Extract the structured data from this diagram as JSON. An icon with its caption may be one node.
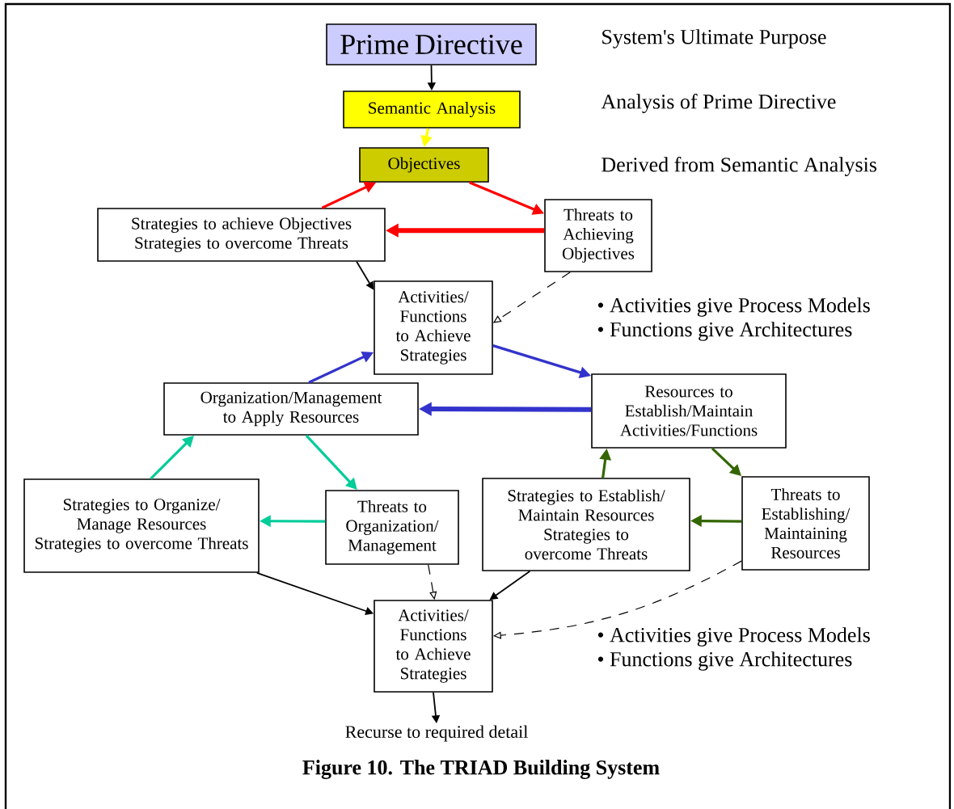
{
  "diagram": {
    "caption": "Figure 10. The TRIAD Building System",
    "nodes": [
      {
        "text": [
          "Prime Directive"
        ],
        "beside": [
          "System's Ultimate Purpose"
        ]
      },
      {
        "text": [
          "Semantic Analysis"
        ],
        "beside": [
          "Analysis of Prime Directive"
        ]
      },
      {
        "text": [
          "Objectives"
        ]
      },
      {
        "text": [
          "Strategies to achieve Objectives",
          "Strategies to overcome Threats"
        ]
      },
      {
        "text": [
          "Threats to Achieving Objectives"
        ]
      },
      {
        "text": [
          "Activities/ Functions to Achieve Strategies"
        ]
      },
      {
        "text": [
          "Organization/Management to Apply Resources"
        ]
      },
      {
        "text": [
          "Resources to Establish/Maintain Activities/Functions"
        ]
      },
      {
        "text": [
          "Strategies to Organize/ Manage Resources",
          "Strategies to overcome Threats"
        ]
      },
      {
        "text": [
          "Threats to Organization/ Management"
        ]
      },
      {
        "text": [
          "Strategies to Establish/ Maintain Resources",
          "Strategies to overcome Threats"
        ]
      },
      {
        "text": [
          "Threats to Establishing/ Maintaining Resources"
        ]
      },
      {
        "text": [
          "Activities/ Functions to Achieve Strategies"
        ]
      },
      {
        "text": [
          "Recurse to required detail"
        ]
      }
    ],
    "edges": [
      {
        "from": 0,
        "to": 1,
        "arrow": "to"
      },
      {
        "from": 1,
        "to": 2,
        "arrow": "to",
        "color": "#ffff00"
      },
      {
        "from": 3,
        "to": 2,
        "arrow": "to",
        "color": "#ff0000"
      },
      {
        "from": 2,
        "to": 4,
        "arrow": "to",
        "color": "#ff0000"
      },
      {
        "from": 4,
        "to": 3,
        "arrow": "to",
        "style": "thick",
        "color": "#ff0000"
      },
      {
        "from": 3,
        "to": 5,
        "arrow": "to"
      },
      {
        "from": 4,
        "to": 5,
        "arrow": "to",
        "style": "dashed"
      },
      {
        "from": 6,
        "to": 5,
        "arrow": "to",
        "color": "#3333cc"
      },
      {
        "from": 5,
        "to": 7,
        "arrow": "to",
        "color": "#3333cc"
      },
      {
        "from": 7,
        "to": 6,
        "arrow": "to",
        "style": "thick",
        "color": "#3333cc"
      },
      {
        "from": 8,
        "to": 6,
        "arrow": "to",
        "color": "#00cc99"
      },
      {
        "from": 6,
        "to": 9,
        "arrow": "to",
        "color": "#00cc99"
      },
      {
        "from": 9,
        "to": 8,
        "arrow": "to",
        "color": "#00cc99"
      },
      {
        "from": 8,
        "to": 12,
        "arrow": "to"
      },
      {
        "from": 9,
        "to": 12,
        "arrow": "to",
        "style": "dashed"
      },
      {
        "from": 10,
        "to": 7,
        "arrow": "to",
        "color": "#336600"
      },
      {
        "from": 7,
        "to": 11,
        "arrow": "to",
        "color": "#336600"
      },
      {
        "from": 11,
        "to": 10,
        "arrow": "to",
        "color": "#336600"
      },
      {
        "from": 10,
        "to": 12,
        "arrow": "to"
      },
      {
        "from": 11,
        "to": 12,
        "arrow": "to",
        "style": "dashed"
      },
      {
        "from": 12,
        "to": 13,
        "arrow": "to"
      }
    ],
    "labels": [
      "Derived from Semantic Analysis",
      "• Activities give Process Models",
      "• Functions give Architectures",
      "• Activities give Process Models",
      "• Functions give Architectures"
    ]
  }
}
